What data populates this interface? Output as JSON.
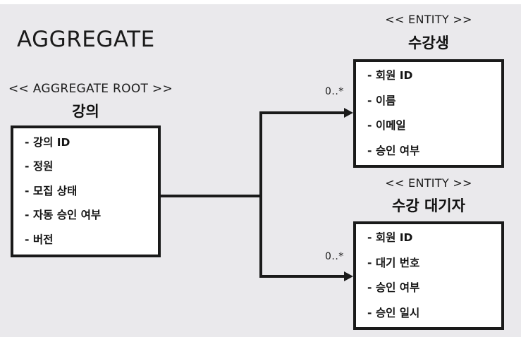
{
  "diagram": {
    "title": "AGGREGATE",
    "background_color": "#eae9ec",
    "line_color": "#1a1a1a",
    "box_fill": "#ffffff"
  },
  "aggregate_root": {
    "stereotype": "<< AGGREGATE ROOT >>",
    "name": "강의",
    "attributes": [
      "- 강의 ID",
      "- 정원",
      "- 모집 상태",
      "- 자동 승인 여부",
      "- 버전"
    ]
  },
  "entities": [
    {
      "stereotype": "<< ENTITY >>",
      "name": "수강생",
      "attributes": [
        "- 회원 ID",
        "- 이름",
        "- 이메일",
        "- 승인 여부"
      ],
      "multiplicity": "0..*"
    },
    {
      "stereotype": "<< ENTITY >>",
      "name": "수강 대기자",
      "attributes": [
        "- 회원 ID",
        "- 대기 번호",
        "- 승인 여부",
        "- 승인 일시"
      ],
      "multiplicity": "0..*"
    }
  ]
}
